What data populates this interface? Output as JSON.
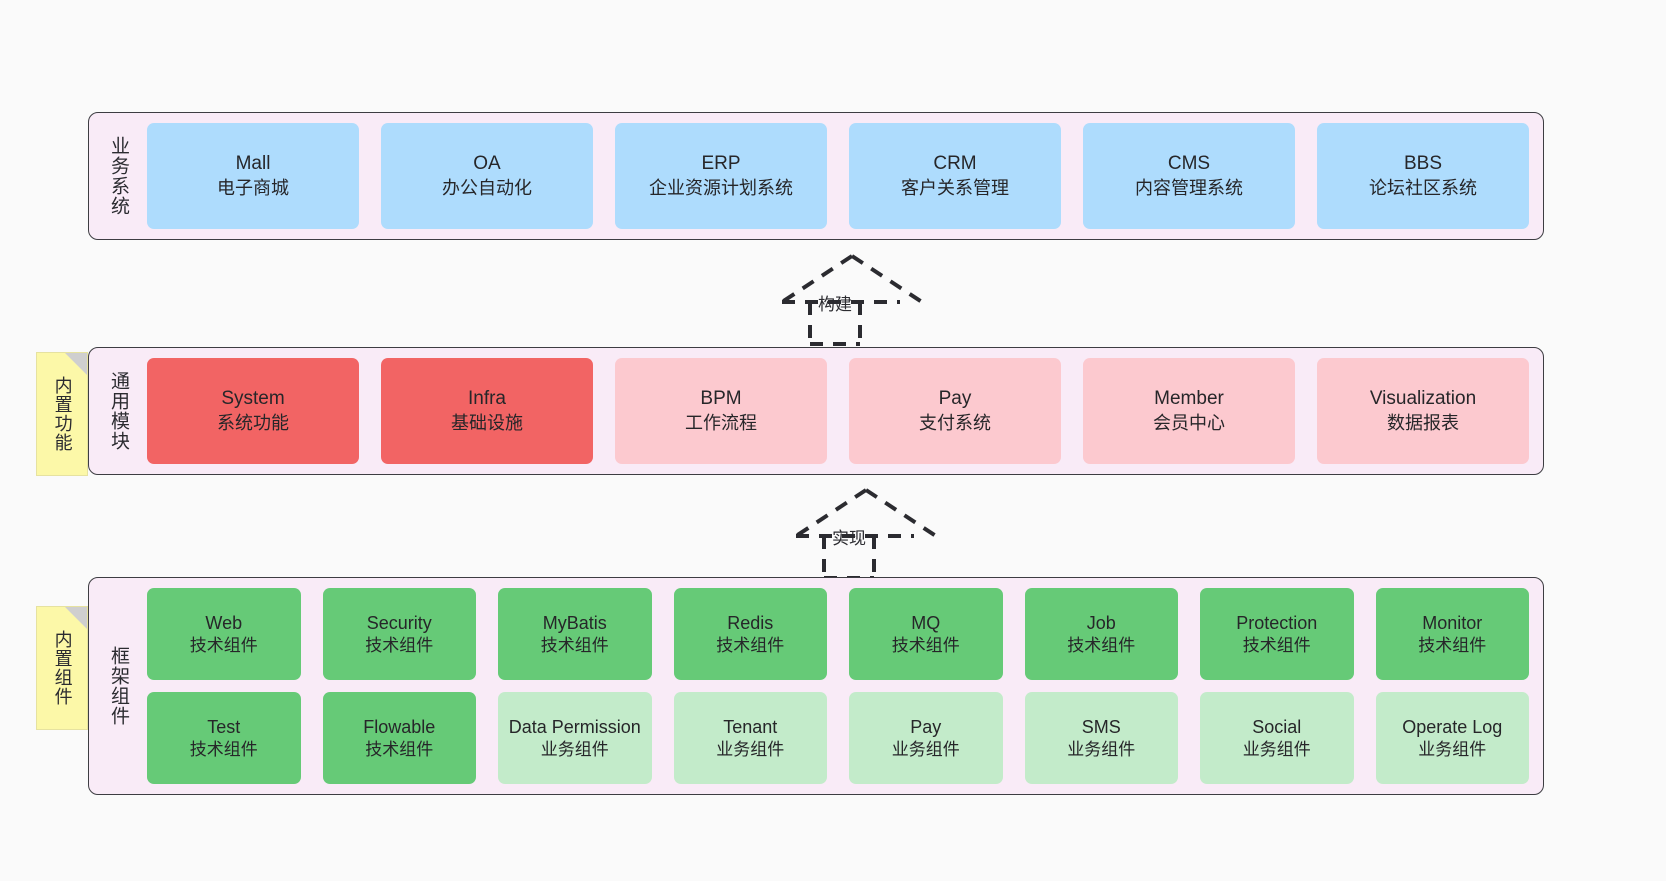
{
  "diagram": {
    "title": "",
    "background": "#fafafa",
    "colors": {
      "container_bg": "#f9ebf7",
      "container_border": "#3d3d42",
      "blue": "#aedcfd",
      "red": "#f26464",
      "pink": "#fcc9cf",
      "green": "#66ca77",
      "light_green": "#c3ebca",
      "sticky": "#fcf8a8",
      "sticky_fold": "#cfcfcf"
    }
  },
  "layers": {
    "business": {
      "title": "业务系统",
      "cards": [
        {
          "name": "Mall",
          "sub": "电子商城",
          "color": "blue"
        },
        {
          "name": "OA",
          "sub": "办公自动化",
          "color": "blue"
        },
        {
          "name": "ERP",
          "sub": "企业资源计划系统",
          "color": "blue"
        },
        {
          "name": "CRM",
          "sub": "客户关系管理",
          "color": "blue"
        },
        {
          "name": "CMS",
          "sub": "内容管理系统",
          "color": "blue"
        },
        {
          "name": "BBS",
          "sub": "论坛社区系统",
          "color": "blue"
        }
      ]
    },
    "modules": {
      "title": "通用模块",
      "sticky": "内置功能",
      "cards": [
        {
          "name": "System",
          "sub": "系统功能",
          "color": "red"
        },
        {
          "name": "Infra",
          "sub": "基础设施",
          "color": "red"
        },
        {
          "name": "BPM",
          "sub": "工作流程",
          "color": "pink"
        },
        {
          "name": "Pay",
          "sub": "支付系统",
          "color": "pink"
        },
        {
          "name": "Member",
          "sub": "会员中心",
          "color": "pink"
        },
        {
          "name": "Visualization",
          "sub": "数据报表",
          "color": "pink"
        }
      ]
    },
    "framework": {
      "title": "框架组件",
      "sticky": "内置组件",
      "row1": [
        {
          "name": "Web",
          "sub": "技术组件",
          "color": "green"
        },
        {
          "name": "Security",
          "sub": "技术组件",
          "color": "green"
        },
        {
          "name": "MyBatis",
          "sub": "技术组件",
          "color": "green"
        },
        {
          "name": "Redis",
          "sub": "技术组件",
          "color": "green"
        },
        {
          "name": "MQ",
          "sub": "技术组件",
          "color": "green"
        },
        {
          "name": "Job",
          "sub": "技术组件",
          "color": "green"
        },
        {
          "name": "Protection",
          "sub": "技术组件",
          "color": "green"
        },
        {
          "name": "Monitor",
          "sub": "技术组件",
          "color": "green"
        }
      ],
      "row2": [
        {
          "name": "Test",
          "sub": "技术组件",
          "color": "green"
        },
        {
          "name": "Flowable",
          "sub": "技术组件",
          "color": "green"
        },
        {
          "name": "Data Permission",
          "sub": "业务组件",
          "color": "light_green"
        },
        {
          "name": "Tenant",
          "sub": "业务组件",
          "color": "light_green"
        },
        {
          "name": "Pay",
          "sub": "业务组件",
          "color": "light_green"
        },
        {
          "name": "SMS",
          "sub": "业务组件",
          "color": "light_green"
        },
        {
          "name": "Social",
          "sub": "业务组件",
          "color": "light_green"
        },
        {
          "name": "Operate Log",
          "sub": "业务组件",
          "color": "light_green"
        }
      ]
    }
  },
  "connectors": [
    {
      "id": "build",
      "label": "构建",
      "style": "dashed-hollow-arrow-up"
    },
    {
      "id": "implement",
      "label": "实现",
      "style": "dashed-hollow-arrow-up"
    }
  ]
}
